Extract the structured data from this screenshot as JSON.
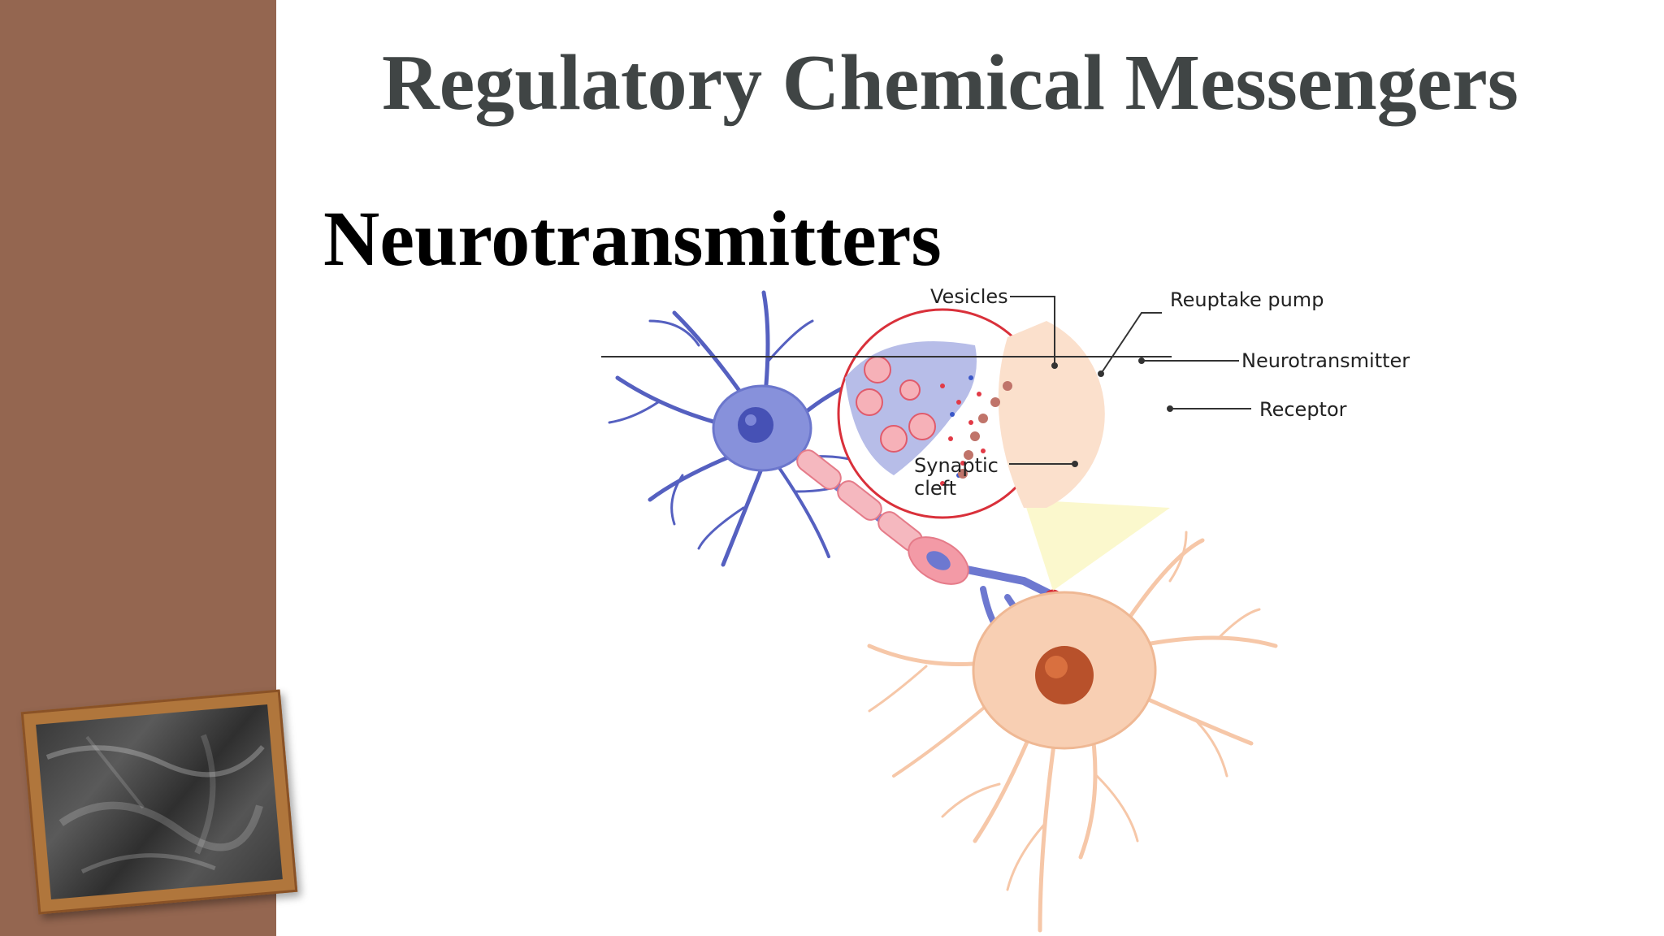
{
  "slide": {
    "title": "Regulatory Chemical Messengers",
    "subtitle": "Neurotransmitters"
  },
  "diagram": {
    "labels": {
      "vesicles": "Vesicles",
      "reuptake_pump": "Reuptake pump",
      "neurotransmitter": "Neurotransmitter",
      "receptor": "Receptor",
      "synaptic_line1": "Synaptic",
      "synaptic_line2": "cleft"
    }
  },
  "colors": {
    "sidebar": "#946650",
    "title": "#404545",
    "presynaptic_neuron": "#7f8ad6",
    "postsynaptic_neuron": "#f6c7a8",
    "zoom_ring": "#d9303a"
  }
}
